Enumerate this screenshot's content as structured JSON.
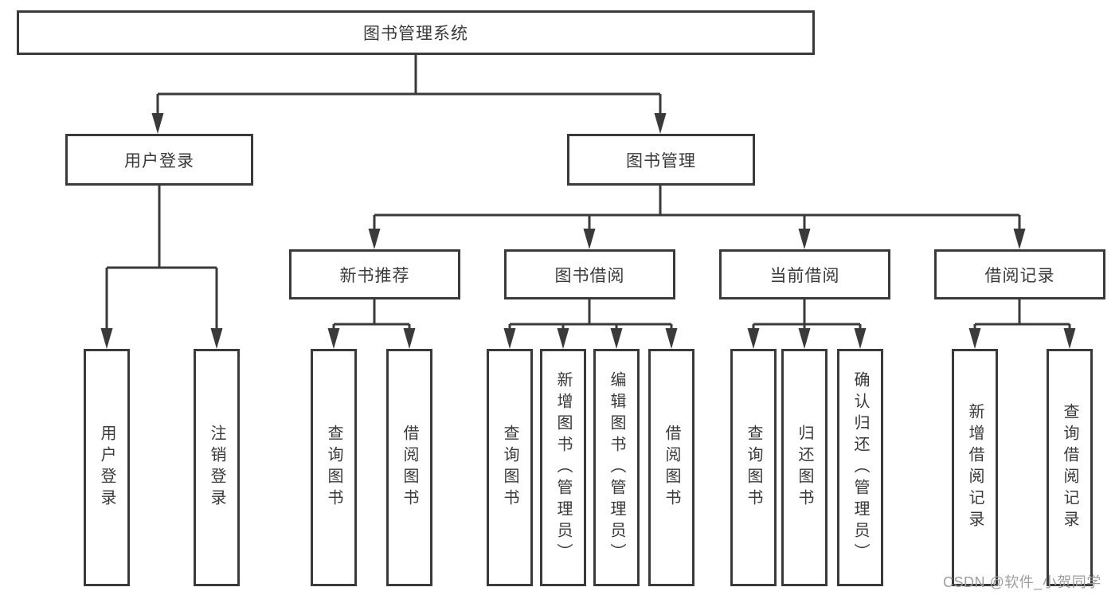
{
  "diagram": {
    "type": "tree",
    "root": {
      "label": "图书管理系统"
    },
    "level2": [
      {
        "label": "用户登录"
      },
      {
        "label": "图书管理"
      }
    ],
    "level3": [
      {
        "label": "新书推荐",
        "parent": "图书管理"
      },
      {
        "label": "图书借阅",
        "parent": "图书管理"
      },
      {
        "label": "当前借阅",
        "parent": "图书管理"
      },
      {
        "label": "借阅记录",
        "parent": "图书管理"
      }
    ],
    "leaves": [
      {
        "label": "用户登录",
        "parent": "用户登录"
      },
      {
        "label": "注销登录",
        "parent": "用户登录"
      },
      {
        "label": "查询图书",
        "parent": "新书推荐"
      },
      {
        "label": "借阅图书",
        "parent": "新书推荐"
      },
      {
        "label": "查询图书",
        "parent": "图书借阅"
      },
      {
        "label": "新增图书（管理员）",
        "parent": "图书借阅"
      },
      {
        "label": "编辑图书（管理员）",
        "parent": "图书借阅"
      },
      {
        "label": "借阅图书",
        "parent": "图书借阅"
      },
      {
        "label": "查询图书",
        "parent": "当前借阅"
      },
      {
        "label": "归还图书",
        "parent": "当前借阅"
      },
      {
        "label": "确认归还（管理员）",
        "parent": "当前借阅"
      },
      {
        "label": "新增借阅记录",
        "parent": "借阅记录"
      },
      {
        "label": "查询借阅记录",
        "parent": "借阅记录"
      }
    ]
  },
  "watermark": "CSDN @软件_小贺同学",
  "colors": {
    "line": "#3a3a3a",
    "text": "#3a3a3a",
    "box_background": "#ffffff",
    "watermark": "#9e9e9e",
    "page_background": "#ffffff"
  }
}
